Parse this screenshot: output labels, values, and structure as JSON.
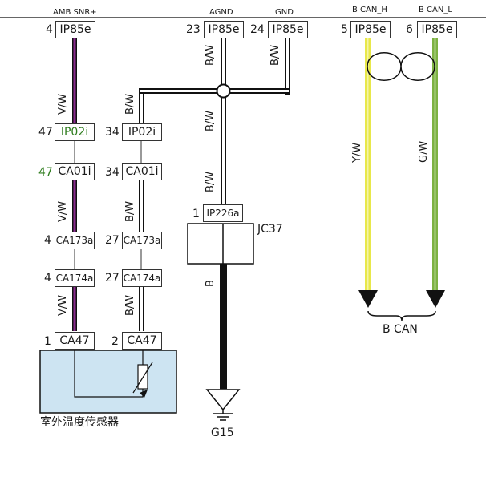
{
  "headers": {
    "amb": "AMB SNR+",
    "agnd": "AGND",
    "gnd": "GND",
    "bcanh": "B CAN_H",
    "bcanl": "B CAN_L"
  },
  "top_connectors": [
    {
      "pin": "4",
      "name": "IP85e"
    },
    {
      "pin": "23",
      "name": "IP85e"
    },
    {
      "pin": "24",
      "name": "IP85e"
    },
    {
      "pin": "5",
      "name": "IP85e"
    },
    {
      "pin": "6",
      "name": "IP85e"
    }
  ],
  "left_chain": [
    {
      "pin": "47",
      "name": "IP02i"
    },
    {
      "pin": "47",
      "name": "CA01i"
    },
    {
      "pin": "4",
      "name": "CA173a"
    },
    {
      "pin": "4",
      "name": "CA174a"
    },
    {
      "pin": "1",
      "name": "CA47"
    }
  ],
  "mid_chain": [
    {
      "pin": "34",
      "name": "IP02i"
    },
    {
      "pin": "34",
      "name": "CA01i"
    },
    {
      "pin": "27",
      "name": "CA173a"
    },
    {
      "pin": "27",
      "name": "CA174a"
    },
    {
      "pin": "2",
      "name": "CA47"
    }
  ],
  "wire_labels": {
    "vw": "V/W",
    "bw": "B/W",
    "b": "B",
    "yw": "Y/W",
    "gw": "G/W"
  },
  "splice": {
    "pin": "1",
    "connector": "IP226a",
    "name": "JC37"
  },
  "ground": {
    "name": "G15"
  },
  "bus_label": "B CAN",
  "sensor_label": "室外温度传感器",
  "colors": {
    "violet": "#8a2a8f",
    "yellow": "#e8e84a",
    "green": "#7db242",
    "black": "#111111",
    "sensor_fill": "#cde4f2"
  }
}
